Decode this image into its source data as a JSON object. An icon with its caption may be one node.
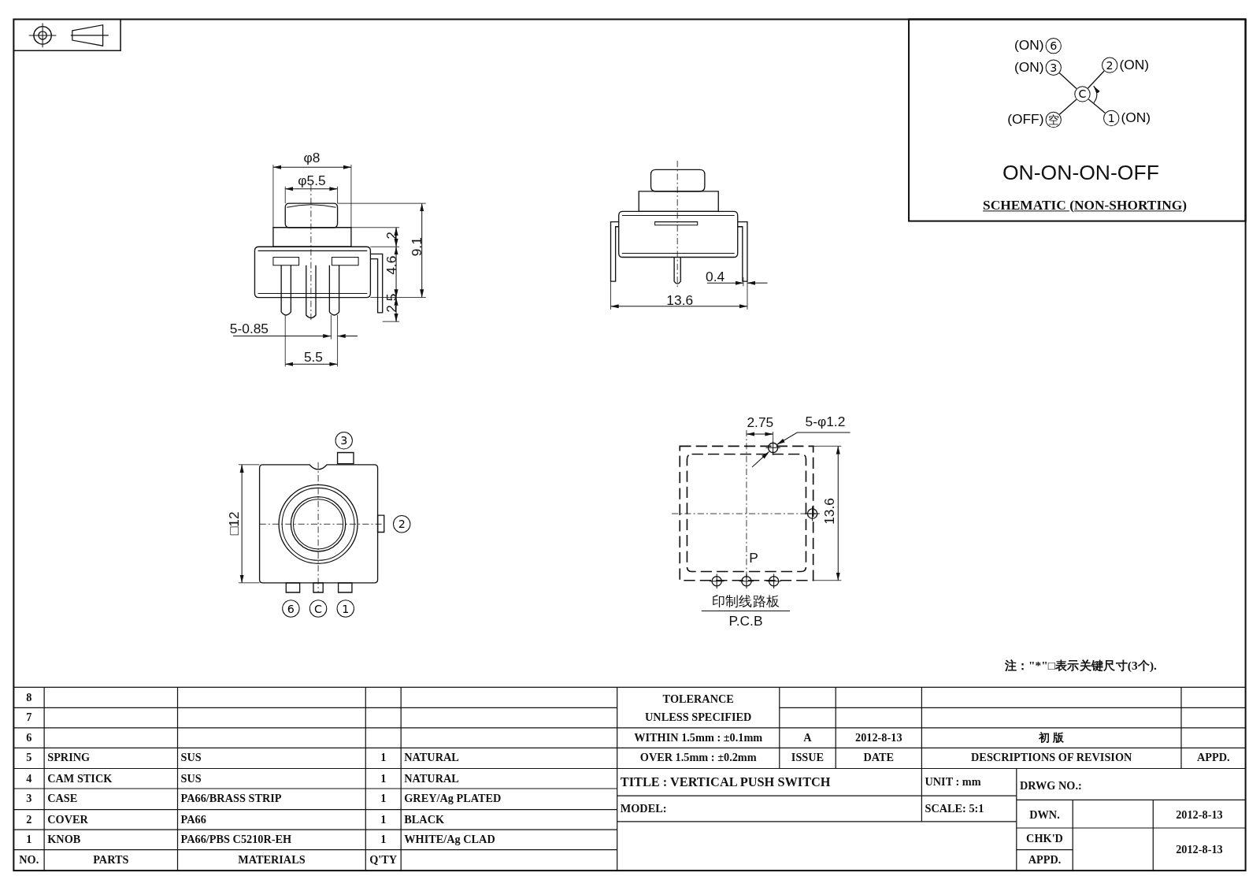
{
  "diagram": {
    "nodes": [
      {
        "text": [
          "6"
        ],
        "beside": [
          "(ON)"
        ]
      },
      {
        "text": [
          "3"
        ],
        "beside": [
          "(ON)"
        ]
      },
      {
        "text": [
          "2"
        ],
        "beside": [
          "(ON)"
        ]
      },
      {
        "text": [
          "C"
        ]
      },
      {
        "text": [
          "空"
        ],
        "beside": [
          "(OFF)"
        ]
      },
      {
        "text": [
          "1"
        ],
        "beside": [
          "(ON)"
        ]
      },
      {
        "text": [
          "3"
        ]
      },
      {
        "text": [
          "2"
        ]
      },
      {
        "text": [
          "6"
        ]
      },
      {
        "text": [
          "C"
        ]
      },
      {
        "text": [
          "1"
        ]
      }
    ],
    "edges": [
      {
        "from": 1,
        "to": 3,
        "arrow": "none"
      },
      {
        "from": 2,
        "to": 3,
        "arrow": "none"
      },
      {
        "from": 4,
        "to": 3,
        "arrow": "none"
      },
      {
        "from": 5,
        "to": 3,
        "arrow": "none"
      }
    ],
    "labels": [
      "φ8",
      "φ5.5",
      "2",
      "9.1",
      "4.6",
      "2.5",
      "5-0.85",
      "5.5",
      "0.4",
      "13.6",
      "□12",
      "2.75",
      "5-φ1.2",
      "13.6",
      "P",
      "印制线路板",
      "P.C.B",
      "ON-ON-ON-OFF",
      "SCHEMATIC (NON-SHORTING)",
      "注：\"*\"□表示关键尺寸(3个).",
      "8",
      "TOLERANCE",
      "7",
      "UNLESS SPECIFIED",
      "6",
      "WITHIN 1.5mm : ±0.1mm",
      "A",
      "2012-8-13",
      "初 版",
      "5",
      "SPRING",
      "SUS",
      "1",
      "NATURAL",
      "OVER 1.5mm : ±0.2mm",
      "ISSUE",
      "DATE",
      "DESCRIPTIONS OF REVISION",
      "APPD.",
      "4",
      "CAM STICK",
      "SUS",
      "1",
      "NATURAL",
      "TITLE : VERTICAL PUSH SWITCH",
      "UNIT : mm",
      "DRWG NO.:",
      "3",
      "CASE",
      "PA66/BRASS STRIP",
      "1",
      "GREY/Ag PLATED",
      "MODEL:",
      "SCALE: 5:1",
      "DWN.",
      "2012-8-13",
      "2",
      "COVER",
      "PA66",
      "1",
      "BLACK",
      "1",
      "KNOB",
      "PA66/PBS C5210R-EH",
      "1",
      "WHITE/Ag CLAD",
      "CHK'D",
      "2012-8-13",
      "NO.",
      "PARTS",
      "MATERIALS",
      "Q'TY",
      "APPD."
    ]
  }
}
